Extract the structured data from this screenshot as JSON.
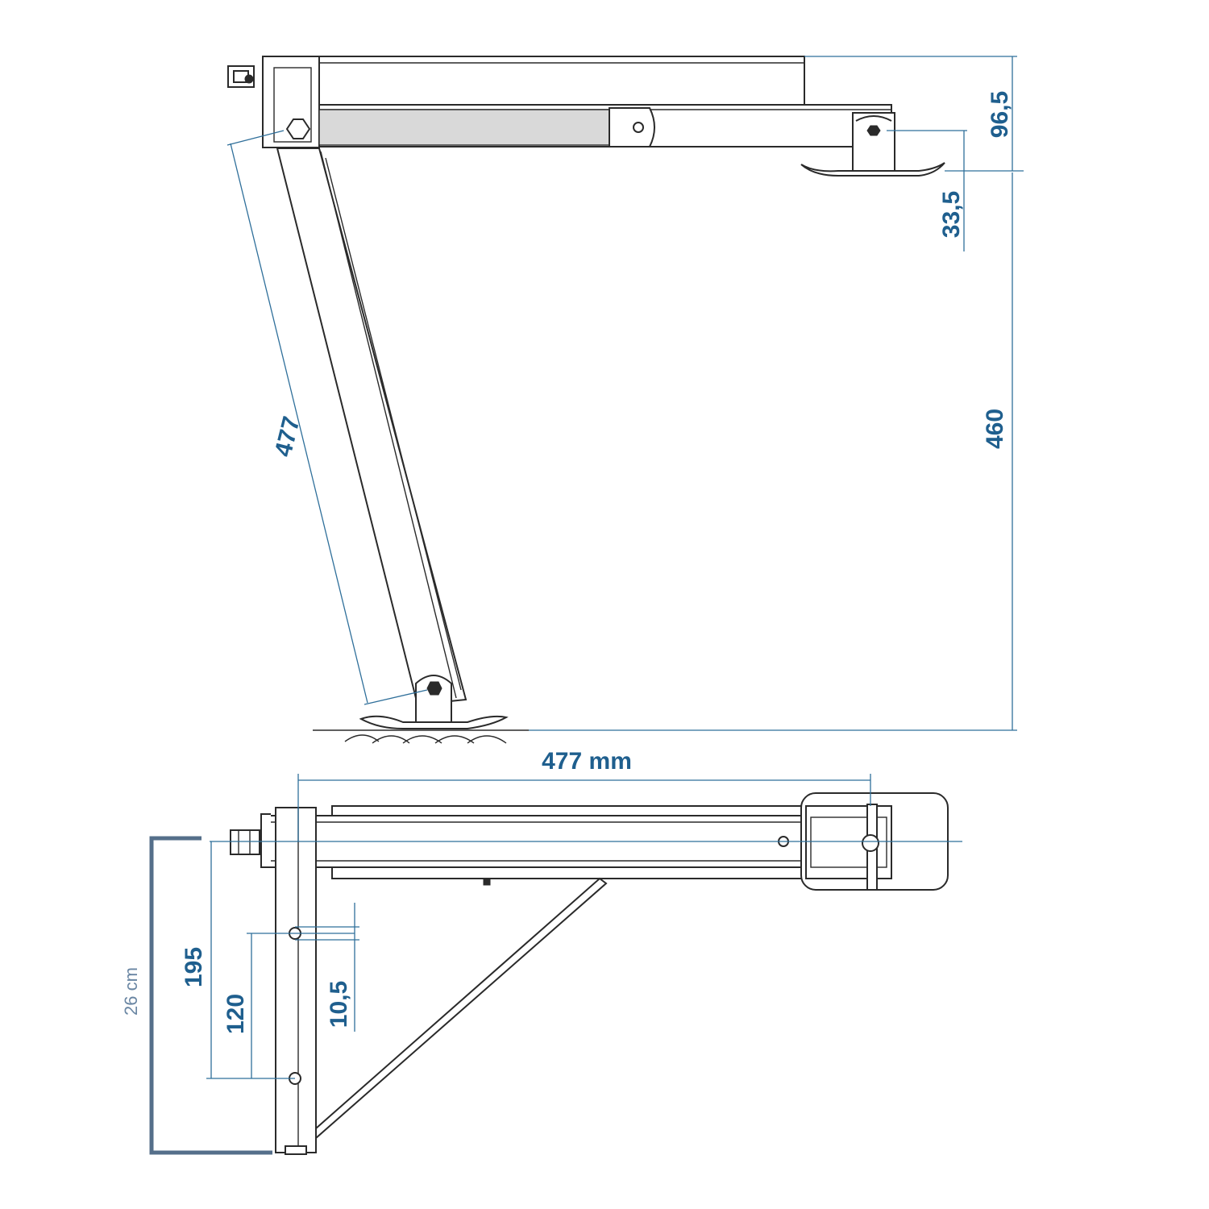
{
  "diagram": {
    "side_view": {
      "dimensions": {
        "height_top_offset": "96,5",
        "foot_plate_offset": "33,5",
        "leg_length": "477",
        "total_height": "460"
      }
    },
    "top_view": {
      "dimensions": {
        "arm_length": "477 mm",
        "mount_span": "195",
        "hole_spacing": "120",
        "hole_diameter": "10,5",
        "bracket_height": "26 cm"
      }
    },
    "colors": {
      "line": "#2a2a2a",
      "dimension": "#1f5f8e",
      "bracket": "#556f8a"
    }
  }
}
